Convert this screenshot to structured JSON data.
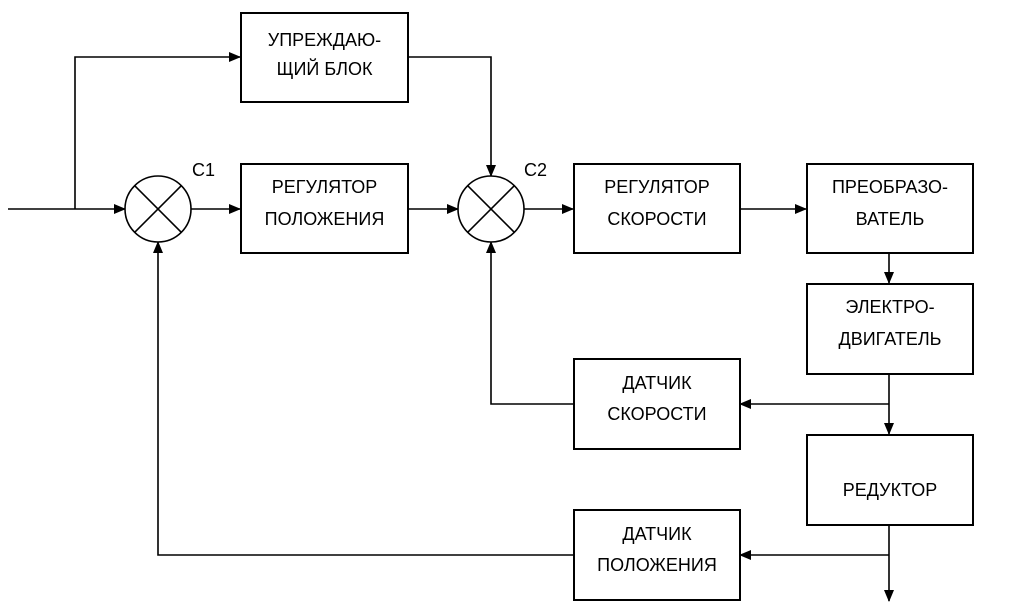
{
  "blocks": {
    "feedforward": {
      "line1": "УПРЕЖДАЮ-",
      "line2": "ЩИЙ БЛОК"
    },
    "position_controller": {
      "line1": "РЕГУЛЯТОР",
      "line2": "ПОЛОЖЕНИЯ"
    },
    "speed_controller": {
      "line1": "РЕГУЛЯТОР",
      "line2": "СКОРОСТИ"
    },
    "converter": {
      "line1": "ПРЕОБРАЗО-",
      "line2": "ВАТЕЛЬ"
    },
    "motor": {
      "line1": "ЭЛЕКТРО-",
      "line2": "ДВИГАТЕЛЬ"
    },
    "speed_sensor": {
      "line1": "ДАТЧИК",
      "line2": "СКОРОСТИ"
    },
    "gearbox": {
      "line1": "РЕДУКТОР"
    },
    "position_sensor": {
      "line1": "ДАТЧИК",
      "line2": "ПОЛОЖЕНИЯ"
    }
  },
  "summing_junctions": {
    "c1": "С1",
    "c2": "С2"
  }
}
